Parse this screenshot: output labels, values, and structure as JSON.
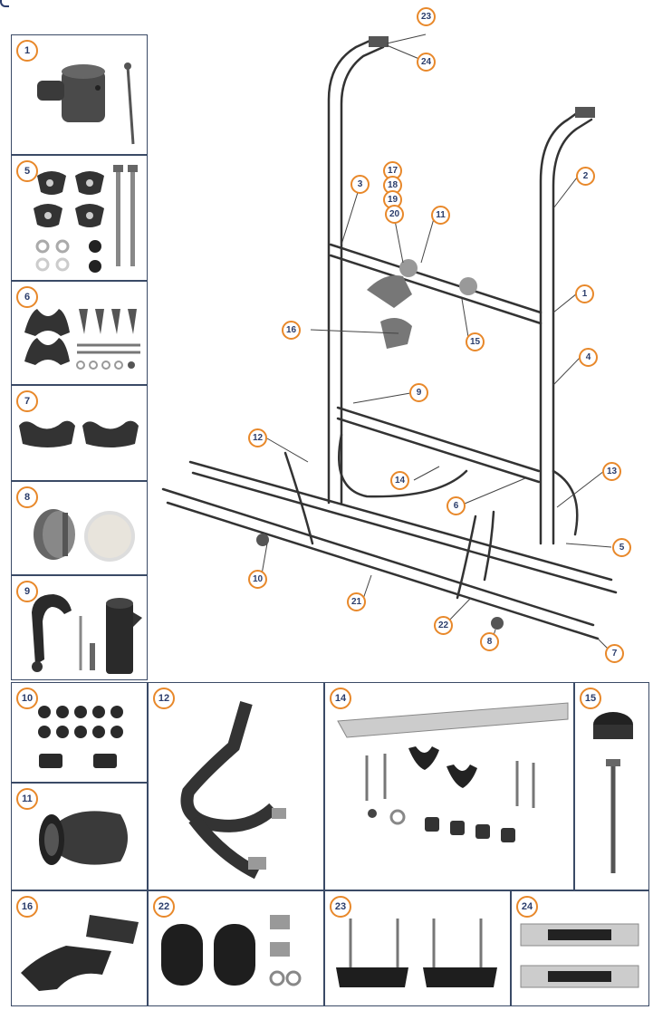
{
  "accent_color": "#e8882a",
  "number_color": "#2b3d6b",
  "border_color": "#3a4a66",
  "panels": {
    "p1": "1",
    "p5": "5",
    "p6": "6",
    "p7": "7",
    "p8": "8",
    "p9": "9",
    "p10": "10",
    "p11": "11",
    "p12": "12",
    "p14": "14",
    "p15": "15",
    "p16": "16",
    "p22": "22",
    "p23": "23",
    "p24": "24"
  },
  "callouts": {
    "c23": "23",
    "c24": "24",
    "c17": "17",
    "c18": "18",
    "c19": "19",
    "c20": "20",
    "c3": "3",
    "c11": "11",
    "c2": "2",
    "c1": "1",
    "c16": "16",
    "c15": "15",
    "c4": "4",
    "c9": "9",
    "c12": "12",
    "c14": "14",
    "c13": "13",
    "c6": "6",
    "c5": "5",
    "c10": "10",
    "c21": "21",
    "c22": "22",
    "c8": "8",
    "c7": "7"
  }
}
